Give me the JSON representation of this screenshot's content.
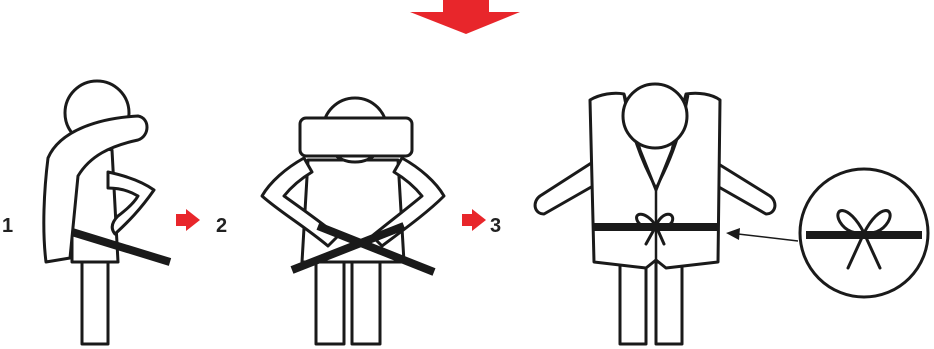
{
  "steps": [
    {
      "number": "1"
    },
    {
      "number": "2"
    },
    {
      "number": "3"
    }
  ],
  "colors": {
    "arrow_red": "#e8262b",
    "outline": "#1a1a1a",
    "text": "#222222"
  },
  "icons": [
    "down-arrow-icon",
    "right-arrow-icon",
    "right-arrow-icon",
    "pointer-arrow-icon",
    "bow-knot-icon"
  ]
}
